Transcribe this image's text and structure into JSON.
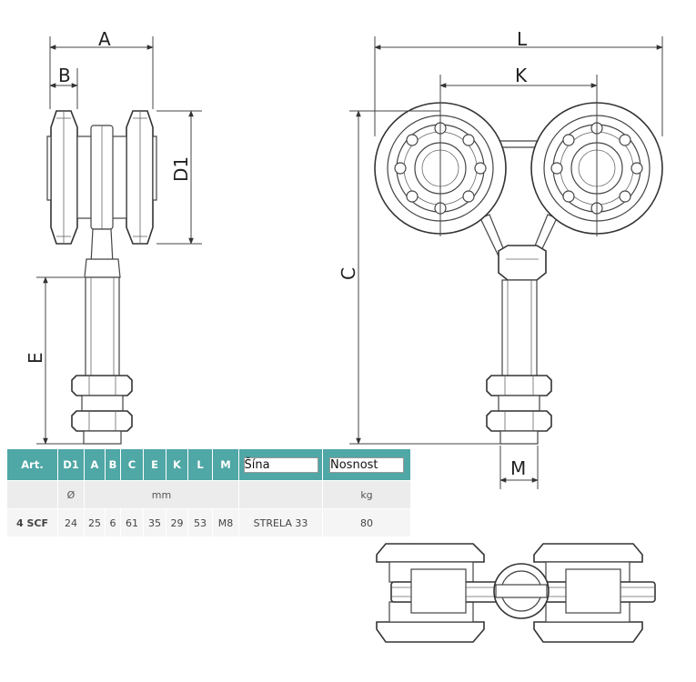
{
  "dimensions": {
    "A": "A",
    "B": "B",
    "D1": "D1",
    "E": "E",
    "C": "C",
    "L": "L",
    "K": "K",
    "M": "M"
  },
  "table": {
    "headers": [
      "Art.",
      "D1",
      "A",
      "B",
      "C",
      "E",
      "K",
      "L",
      "M",
      "Šína",
      "Nosnost"
    ],
    "units": [
      "",
      "Ø",
      "mm",
      "",
      "kg"
    ],
    "row": [
      "4 SCF",
      "24",
      "25",
      "6",
      "61",
      "35",
      "29",
      "53",
      "M8",
      "STRELA 33",
      "80"
    ]
  },
  "colors": {
    "header_bg": "#4fa7a6",
    "units_bg": "#ececec",
    "row_bg": "#f5f5f5"
  }
}
